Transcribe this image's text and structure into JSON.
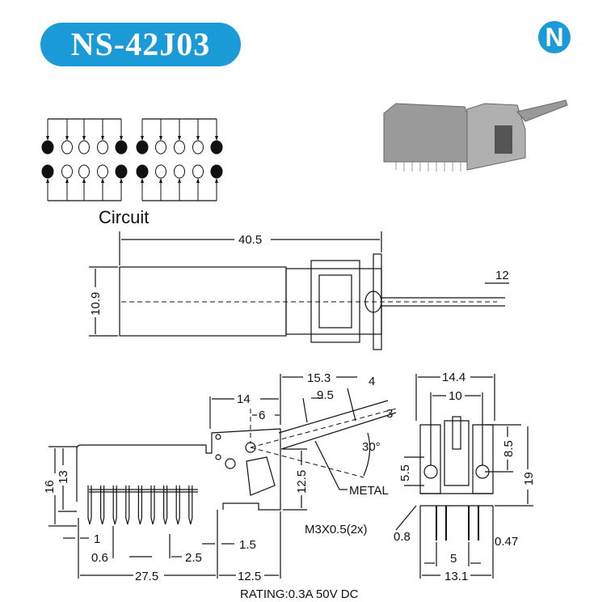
{
  "title": "NS-42J03",
  "logo": "N",
  "brand_color": "#1b9ad8",
  "circuit_label": "Circuit",
  "top_view": {
    "length": "40.5",
    "height": "10.9",
    "shaft": "12"
  },
  "side_view": {
    "dims": [
      "15.3",
      "4",
      "9.5",
      "3",
      "14",
      "6",
      "30°",
      "16",
      "13",
      "12.5",
      "1",
      "1.5",
      "0.6",
      "2.5",
      "27.5",
      "12.5"
    ],
    "metal_label": "METAL",
    "screw_label": "M3X0.5(2x)"
  },
  "front_view": {
    "dims": [
      "14.4",
      "10",
      "8.5",
      "19",
      "5.5",
      "0.8",
      "0.47",
      "5",
      "13.1"
    ]
  },
  "rating": "RATING:0.3A 50V DC"
}
